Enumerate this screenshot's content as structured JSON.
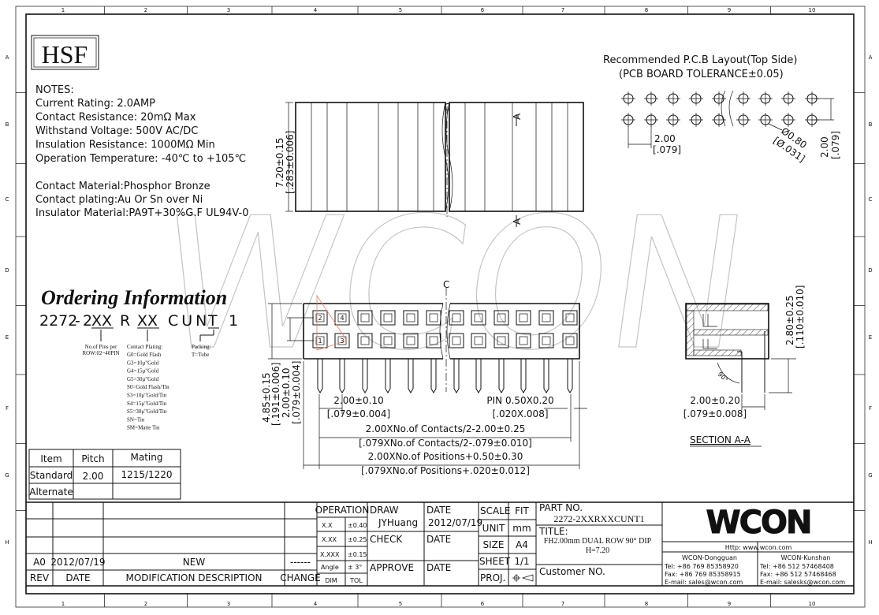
{
  "grid": {
    "columns": [
      "1",
      "2",
      "3",
      "4",
      "5",
      "6",
      "7",
      "8",
      "9",
      "10"
    ],
    "rows": [
      "A",
      "B",
      "C",
      "D",
      "E",
      "F",
      "G",
      "H"
    ]
  },
  "logo_text": "HSF",
  "watermark": "WCON",
  "notes": {
    "heading": "NOTES:",
    "lines": [
      "Current Rating: 2.0AMP",
      "Contact Resistance: 20mΩ Max",
      "Withstand Voltage: 500V AC/DC",
      "Insulation Resistance: 1000MΩ Min",
      "Operation Temperature: -40℃ to +105℃"
    ],
    "materials": [
      "Contact Material:Phosphor Bronze",
      "Contact plating:Au Or Sn over Ni",
      "Insulator Material:PA9T+30%G.F UL94V-0"
    ]
  },
  "ordering": {
    "title": "Ordering Information",
    "code": [
      "2272",
      "-",
      "2",
      "XX",
      "R",
      "XX",
      "CUN",
      "T",
      "1"
    ],
    "pins_label": [
      "No.of Pins per",
      "ROW:02~40PIN"
    ],
    "plating_label": "Contact Plating:",
    "plating_options": [
      "G0=Gold Flash",
      "G3=10μ\"Gold",
      "G4=15μ\"Gold",
      "G5=30μ\"Gold",
      "S0=Gold Flash/Tin",
      "S3=10μ\"Gold/Tin",
      "S4=15μ\"Gold/Tin",
      "S5=30μ\"Gold/Tin",
      "SN=Tin",
      "SM=Matte Tin"
    ],
    "packing_label": "Packing:",
    "packing_option": "T=Tube"
  },
  "top_view": {
    "height_dim": "7.20±0.15",
    "height_dim_in": "[.283±0.006]",
    "centerline": "C",
    "section": "A"
  },
  "front_view": {
    "pin_numbers": [
      "2",
      "4",
      "1",
      "3"
    ],
    "dims": {
      "total_h": "4.85±0.15",
      "total_h_in": "[.191±0.006]",
      "row_pitch": "2.00±0.10",
      "row_pitch_in": "[.079±0.004]",
      "pitch": "2.00±0.10",
      "pitch_in": "[.079±0.004]",
      "pin": "PIN 0.50X0.20",
      "pin_in": "[.020X.008]",
      "contacts": "2.00XNo.of Contacts/2-2.00±0.25",
      "contacts_in": "[.079XNo.of Contacts/2-.079±0.010]",
      "positions": "2.00XNo.of Positions+0.50±0.30",
      "positions_in": "[.079XNo.of Positions+.020±0.012]"
    }
  },
  "pcb": {
    "title": "Recommended P.C.B Layout(Top Side)",
    "tolerance": "(PCB BOARD TOLERANCE±0.05)",
    "pitch": "2.00",
    "pitch_in": "[.079]",
    "hole": "Ø0.80",
    "hole_in": "[Ø.031]",
    "row_pitch": "2.00",
    "row_pitch_in": "[.079]"
  },
  "section": {
    "title": "SECTION A-A",
    "height": "2.80±0.25",
    "height_in": "[.110±0.010]",
    "angle": "90°",
    "pitch": "2.00±0.20",
    "pitch_in": "[.079±0.008]"
  },
  "mating_table": {
    "headers": [
      "Item",
      "Pitch",
      "Mating"
    ],
    "rows": [
      [
        "Standard",
        "2.00",
        "1215/1220"
      ],
      [
        "Alternate",
        "",
        ""
      ]
    ]
  },
  "revision": {
    "rev": "A0",
    "date": "2012/07/19",
    "description": "NEW",
    "change": "------",
    "headers": [
      "REV",
      "DATE",
      "MODIFICATION DESCRIPTION",
      "CHANGE"
    ]
  },
  "tolerances": {
    "title": "OPERATION",
    "rows": [
      [
        "X.X",
        "±0.40"
      ],
      [
        "X.XX",
        "±0.25"
      ],
      [
        "X.XXX",
        "±0.15"
      ],
      [
        "Angle",
        "± 3°"
      ]
    ],
    "footer": [
      "DIM",
      "TOL"
    ]
  },
  "approval": {
    "draw": "DRAW",
    "drawer": "JYHuang",
    "date_label": "DATE",
    "date": "2012/07/19",
    "check": "CHECK",
    "approve": "APPROVE"
  },
  "sheet_info": {
    "scale_label": "SCALE",
    "scale": "FIT",
    "unit_label": "UNIT",
    "unit": "mm",
    "size_label": "SIZE",
    "size": "A4",
    "sheet_label": "SHEET",
    "sheet": "1/1",
    "proj_label": "PROJ."
  },
  "part": {
    "part_no_label": "PART NO.",
    "part_no": "2272-2XXRXXCUNT1",
    "title_label": "TITLE:",
    "title_line1": "FH2.00mm DUAL ROW 90° DIP",
    "title_line2": "H=7.20",
    "customer_label": "Customer NO."
  },
  "company": {
    "logo": "WCON",
    "web": "Http:  www.wcon.com",
    "dongguan": {
      "name": "WCON-Dongguan",
      "tel": "Tel: +86 769 85358920",
      "fax": "Fax: +86 769 85358915",
      "email": "E-mail: sales@wcon.com"
    },
    "kunshan": {
      "name": "WCON-Kunshan",
      "tel": "Tel: +86 512 57468408",
      "fax": "Fax: +86 512 57468468",
      "email": "E-mail: salesks@wcon.com"
    }
  }
}
